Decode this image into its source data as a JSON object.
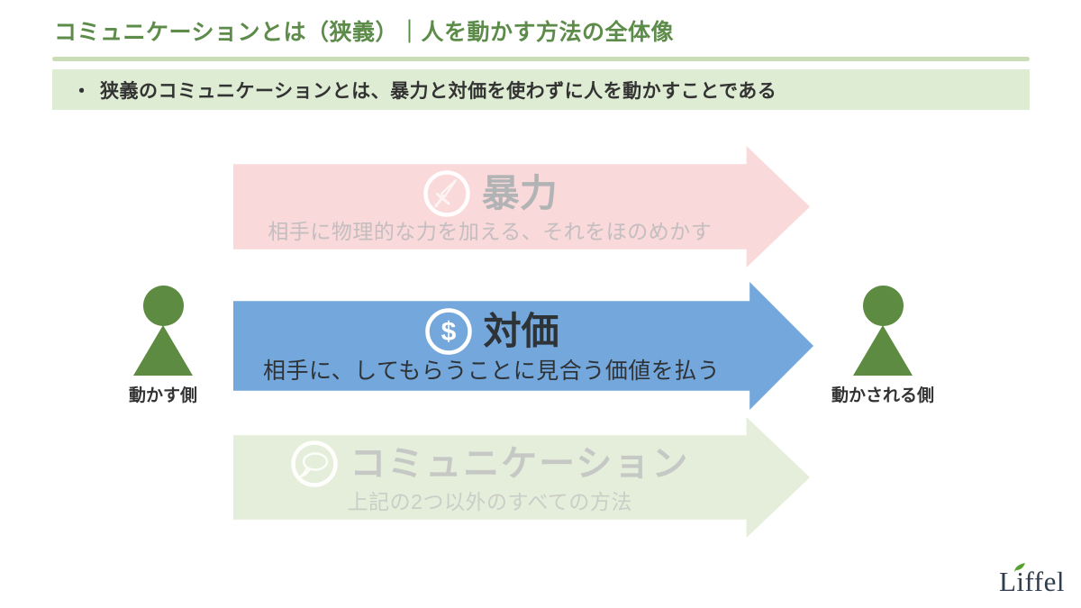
{
  "header": {
    "title": "コミュニケーションとは（狭義）｜人を動かす方法の全体像"
  },
  "summary": {
    "bullet": "・",
    "text": "狭義のコミュニケーションとは、暴力と対価を使わずに人を動かすことである"
  },
  "arrows": [
    {
      "id": "violence",
      "icon": "sword-icon",
      "title": "暴力",
      "subtitle": "相手に物理的な力を加える、それをほのめかす",
      "bg": "#f9d9da",
      "title_color": "#b1b3b5",
      "subtitle_color": "#c4bec0",
      "muted": true
    },
    {
      "id": "compensation",
      "icon": "dollar-icon",
      "title": "対価",
      "subtitle": "相手に、してもらうことに見合う価値を払う",
      "bg": "#74a7db",
      "title_color": "#2e3338",
      "subtitle_color": "#2e3338",
      "muted": false
    },
    {
      "id": "communication",
      "icon": "speech-bubble-icon",
      "title": "コミュニケーション",
      "subtitle": "上記の2つ以外のすべての方法",
      "bg": "#e5eeda",
      "title_color": "#c5c8c4",
      "subtitle_color": "#cbcdc8",
      "muted": true
    }
  ],
  "actors": {
    "left_label": "動かす側",
    "right_label": "動かされる側"
  },
  "icons": {
    "dollar_glyph": "$"
  },
  "logo": {
    "prefix": "L",
    "i": "i",
    "rest": "ffel"
  },
  "colors": {
    "title-green": "#5d8c4a",
    "underline-green": "#c9ddb6",
    "summary-bg": "#dfecd4",
    "text-dark": "#333333",
    "person-green": "#5c8b41",
    "logo-navy": "#313d4e",
    "leaf-green": "#55a12d",
    "icon-white": "#ffffff"
  }
}
